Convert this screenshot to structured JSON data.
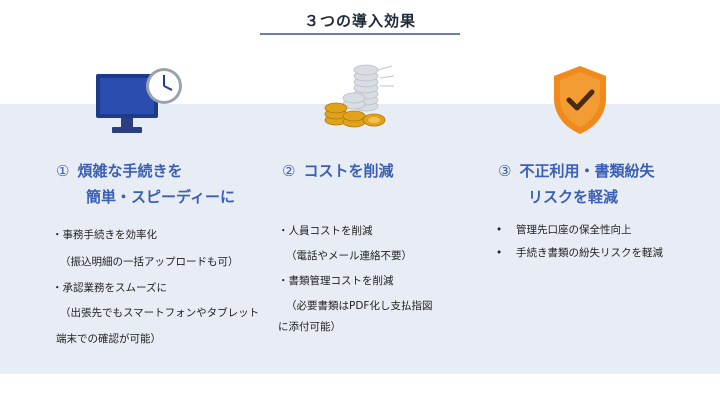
{
  "title": "３つの導入効果",
  "col1": {
    "icon": "monitor-clock-icon",
    "num": "①",
    "heading1": "煩雑な手続きを",
    "heading2": "簡単・スピーディーに",
    "b1": "・事務手続きを効率化",
    "b2": "（振込明細の一括アップロードも可）",
    "b3": "・承認業務をスムーズに",
    "b4": "（出張先でもスマートフォンやタブレット",
    "b5": "端末での確認が可能）"
  },
  "col2": {
    "icon": "coins-icon",
    "num": "②",
    "heading1": "コストを削減",
    "b1": "・人員コストを削減",
    "b2": "（電話やメール連絡不要）",
    "b3": "・書類管理コストを削減",
    "b4": "（必要書類はPDF化し支払指図",
    "b5": "に添付可能）"
  },
  "col3": {
    "icon": "shield-check-icon",
    "num": "③",
    "heading1": "不正利用・書類紛失",
    "heading2": "リスクを軽減",
    "b1": "管理先口座の保全性向上",
    "b2": "手続き書類の紛失リスクを軽減"
  }
}
